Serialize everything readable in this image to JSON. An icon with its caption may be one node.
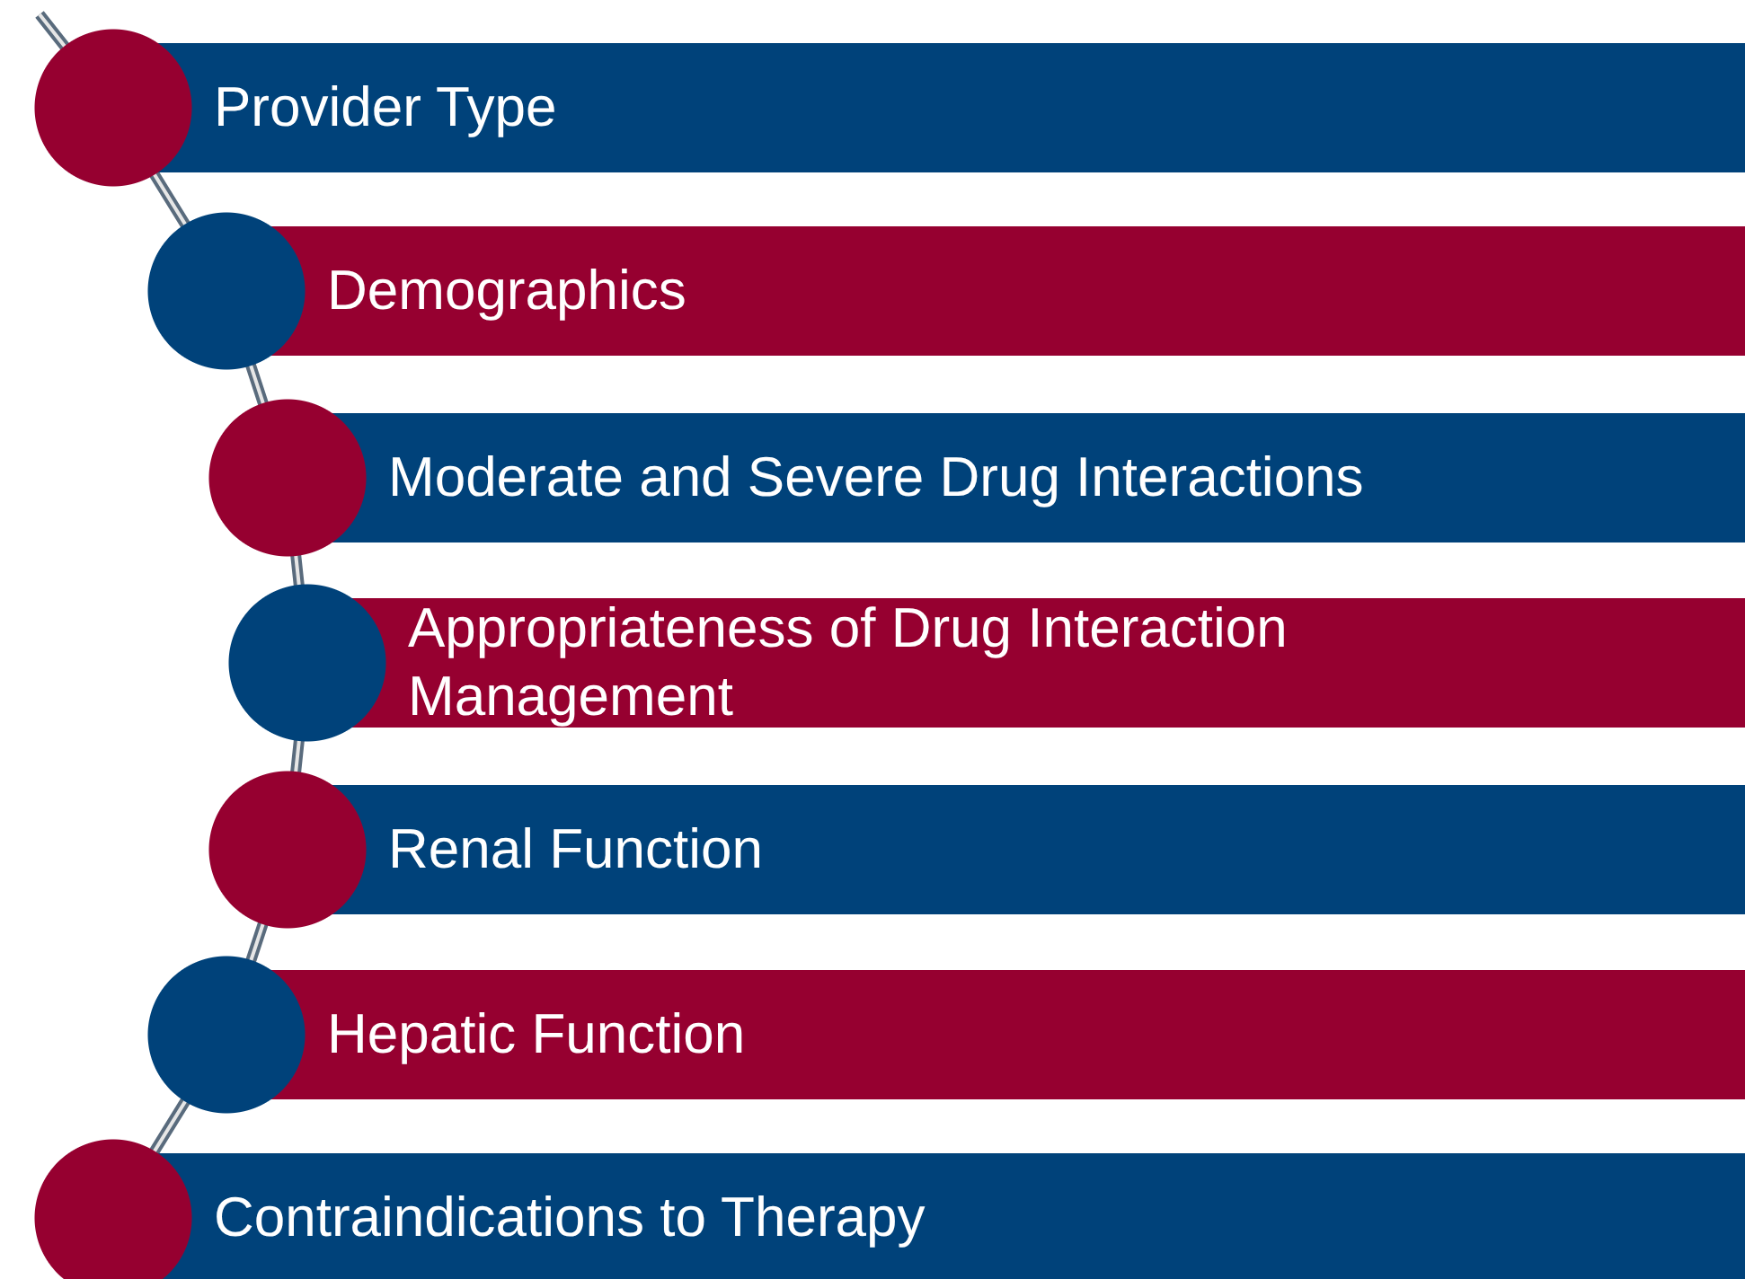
{
  "diagram": {
    "nodes": [
      {
        "text": [
          "Provider Type"
        ]
      },
      {
        "text": [
          "Demographics"
        ]
      },
      {
        "text": [
          "Moderate and Severe Drug Interactions"
        ]
      },
      {
        "text": [
          "Appropriateness of Drug Interaction Management"
        ]
      },
      {
        "text": [
          "Renal Function"
        ]
      },
      {
        "text": [
          "Hepatic Function"
        ]
      },
      {
        "text": [
          "Contraindications to Therapy"
        ]
      }
    ]
  }
}
